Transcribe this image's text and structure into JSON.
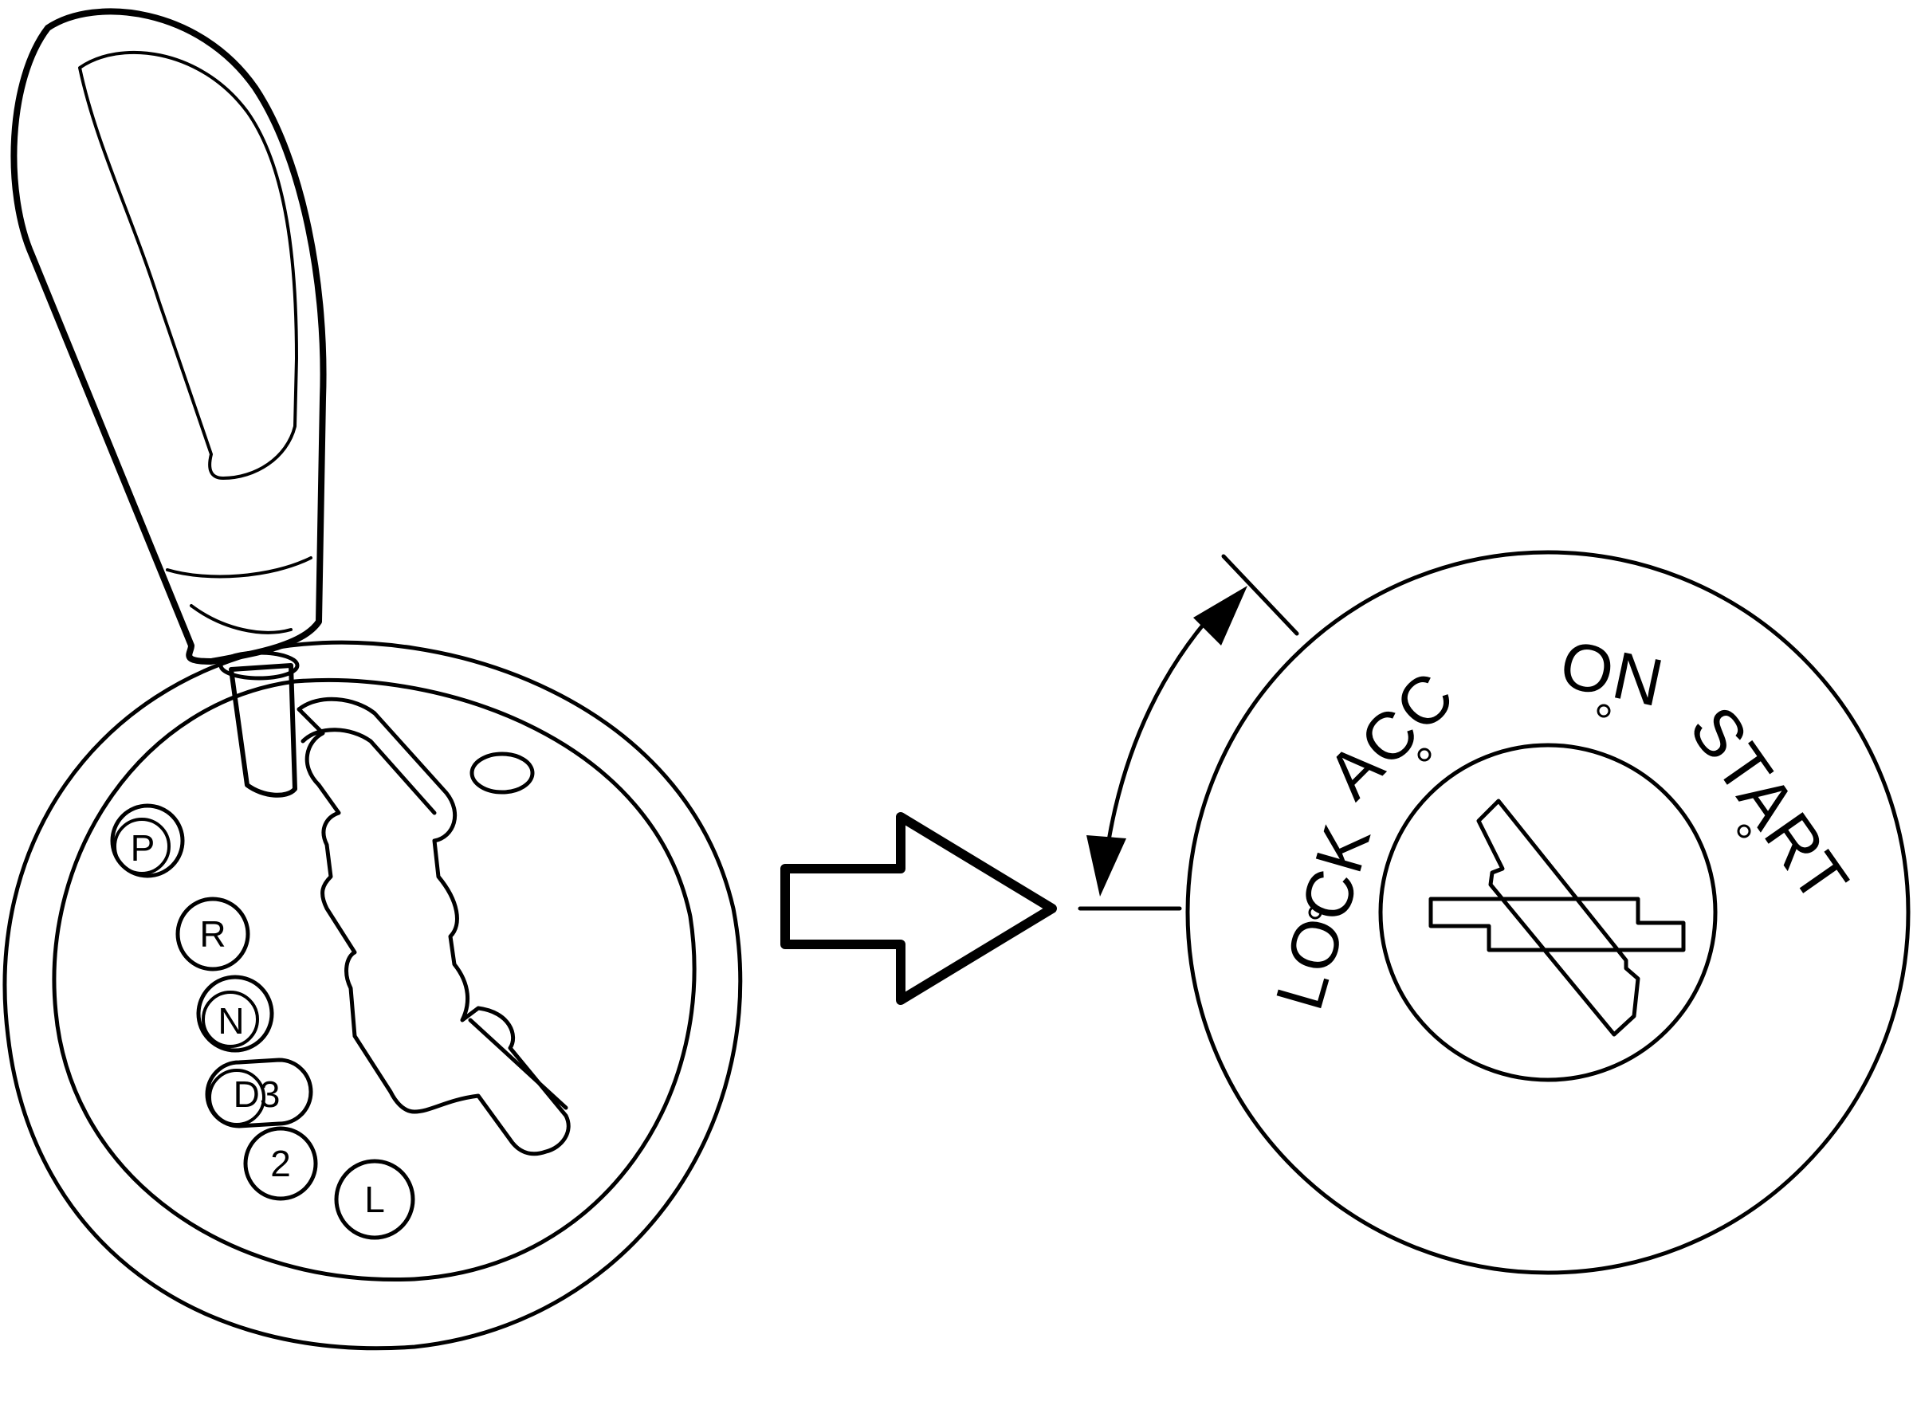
{
  "shifter": {
    "gears": [
      "P",
      "R",
      "N",
      "D3",
      "2",
      "L"
    ]
  },
  "ignition": {
    "positions": [
      "LOCK",
      "ACC",
      "ON",
      "START"
    ]
  },
  "icons": {
    "arrow": "right-arrow-icon",
    "rotation": "rotation-arc-arrow-icon",
    "key_slot": "key-slot-icon"
  },
  "colors": {
    "line": "#000000",
    "background": "#ffffff"
  }
}
